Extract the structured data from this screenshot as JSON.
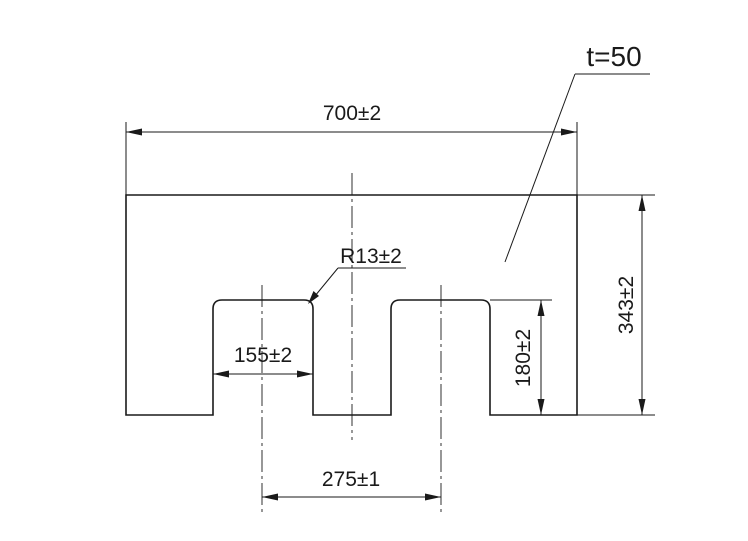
{
  "drawing": {
    "thickness_note": "t=50",
    "dimensions": {
      "overall_width": "700±2",
      "overall_height": "343±2",
      "corner_radius": "R13±2",
      "slot_width": "155±2",
      "slot_depth": "180±2",
      "slot_pitch": "275±1"
    }
  }
}
